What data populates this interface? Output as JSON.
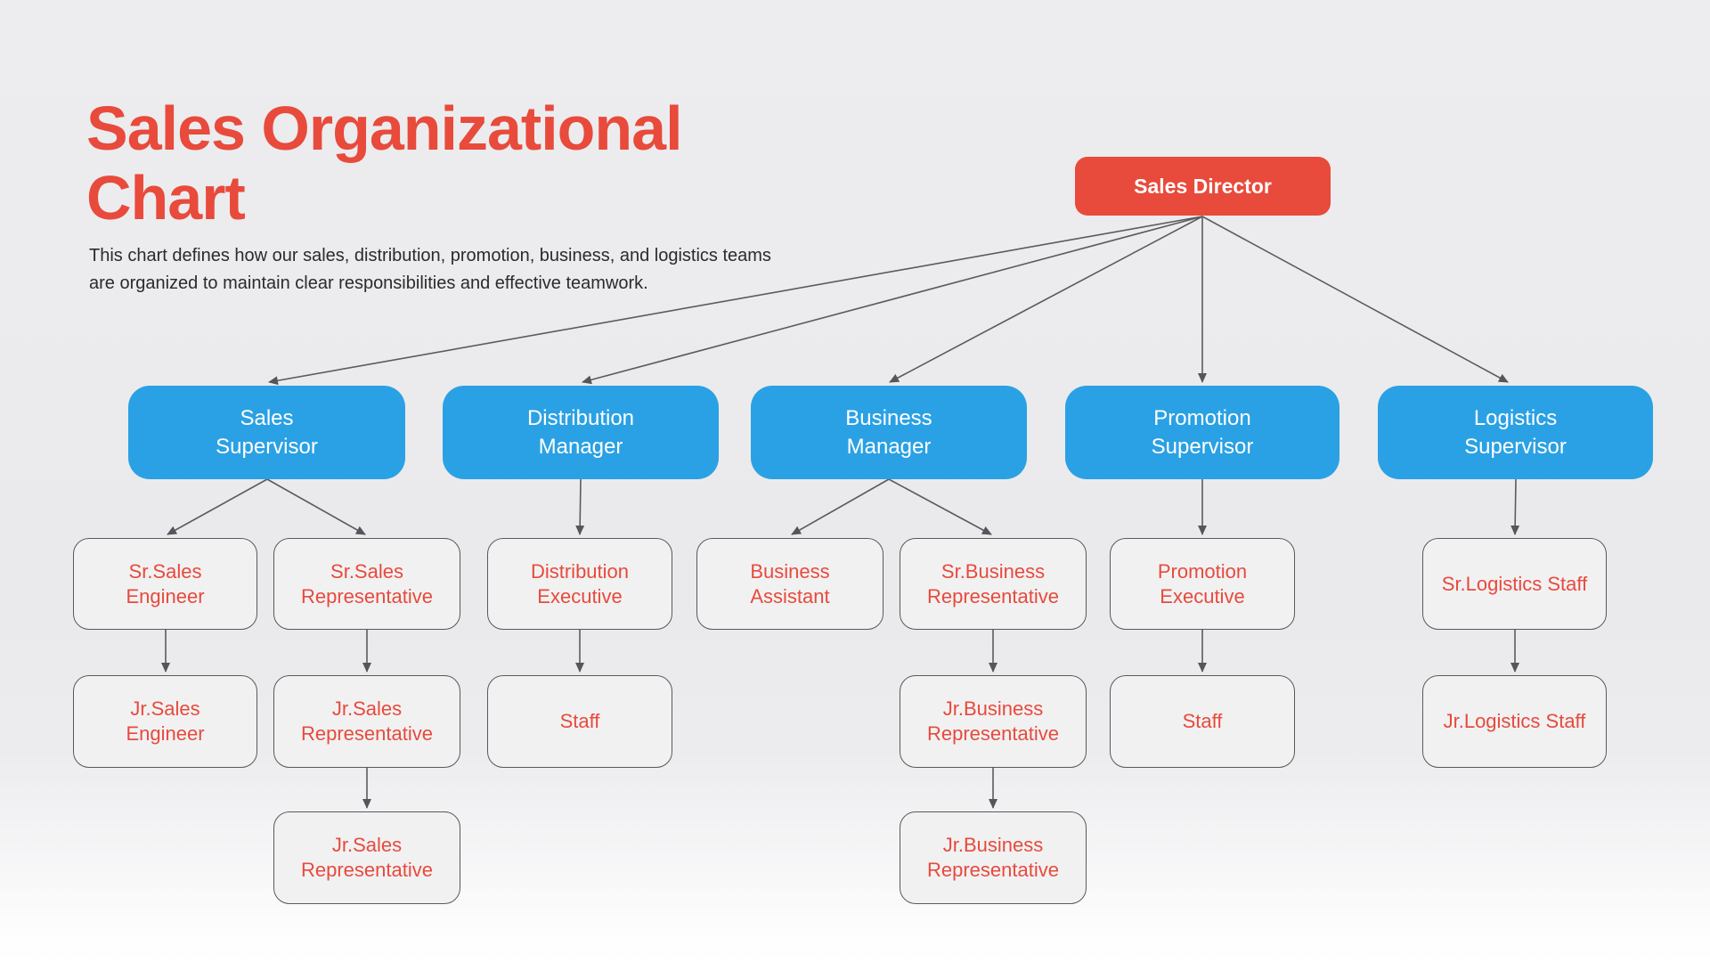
{
  "page": {
    "title": "Sales Organizational Chart",
    "subtitle": "This chart defines how our sales, distribution, promotion, business, and logistics teams are organized to maintain clear responsibilities and effective teamwork."
  },
  "colors": {
    "accent_red": "#e84a3c",
    "node_blue": "#2aa1e4",
    "node_gray_bg": "#f1f1f2",
    "node_border": "#58595b",
    "connector_line": "#5b5b5d",
    "subtitle_text": "#2b2b2b",
    "background_top": "#ededef",
    "background_bottom": "#ffffff"
  },
  "nodes": {
    "sales_director": {
      "label": "Sales Director",
      "parent": null
    },
    "sales_supervisor": {
      "label": "Sales Supervisor",
      "parent": "sales_director"
    },
    "distribution_manager": {
      "label": "Distribution Manager",
      "parent": "sales_director"
    },
    "business_manager": {
      "label": "Business Manager",
      "parent": "sales_director"
    },
    "promotion_supervisor": {
      "label": "Promotion Supervisor",
      "parent": "sales_director"
    },
    "logistics_supervisor": {
      "label": "Logistics Supervisor",
      "parent": "sales_director"
    },
    "sr_sales_engineer": {
      "label": "Sr.Sales Engineer",
      "parent": "sales_supervisor"
    },
    "sr_sales_representative": {
      "label": "Sr.Sales Representative",
      "parent": "sales_supervisor"
    },
    "distribution_executive": {
      "label": "Distribution Executive",
      "parent": "distribution_manager"
    },
    "business_assistant": {
      "label": "Business Assistant",
      "parent": "business_manager"
    },
    "sr_business_representative": {
      "label": "Sr.Business Representative",
      "parent": "business_manager"
    },
    "promotion_executive": {
      "label": "Promotion Executive",
      "parent": "promotion_supervisor"
    },
    "sr_logistics_staff": {
      "label": "Sr.Logistics Staff",
      "parent": "logistics_supervisor"
    },
    "jr_sales_engineer": {
      "label": "Jr.Sales Engineer",
      "parent": "sr_sales_engineer"
    },
    "jr_sales_representative": {
      "label": "Jr.Sales Representative",
      "parent": "sr_sales_representative"
    },
    "distribution_staff": {
      "label": "Staff",
      "parent": "distribution_executive"
    },
    "jr_business_representative": {
      "label": "Jr.Business Representative",
      "parent": "sr_business_representative"
    },
    "promotion_staff": {
      "label": "Staff",
      "parent": "promotion_executive"
    },
    "jr_logistics_staff": {
      "label": "Jr.Logistics Staff",
      "parent": "sr_logistics_staff"
    },
    "jr_sales_representative_2": {
      "label": "Jr.Sales Representative",
      "parent": "jr_sales_representative"
    },
    "jr_business_representative_2": {
      "label": "Jr.Business Representative",
      "parent": "jr_business_representative"
    }
  }
}
